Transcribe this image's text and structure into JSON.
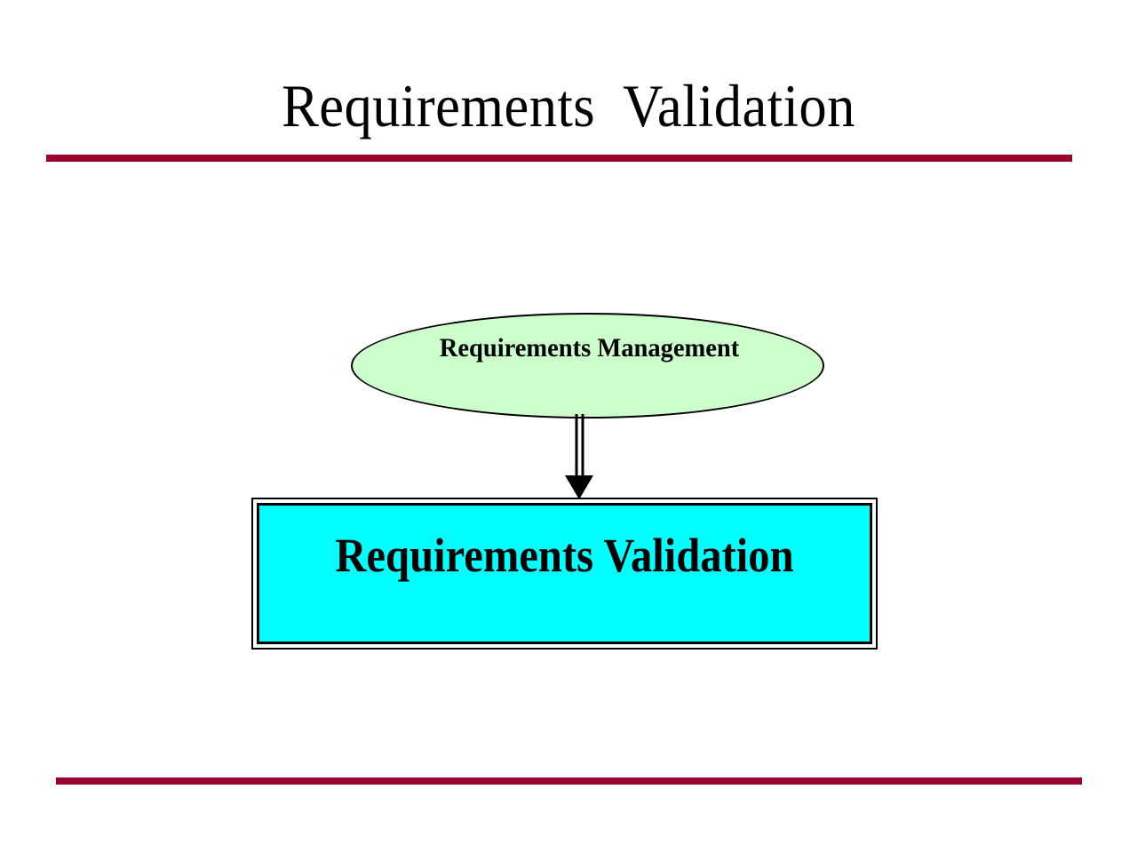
{
  "slide": {
    "title": "Requirements  Validation",
    "background_color": "#FFFFFF",
    "divider_color": "#99002F"
  },
  "diagram": {
    "type": "flow",
    "nodes": [
      {
        "id": "requirements-management",
        "shape": "ellipse",
        "label": "Requirements Management",
        "fill_color": "#CCFFCC",
        "border_color": "#000000",
        "text_color": "#000000"
      },
      {
        "id": "requirements-validation",
        "shape": "rectangle-double-border",
        "label": "Requirements Validation",
        "fill_color": "#00FFFF",
        "border_color": "#000000",
        "text_color": "#000000"
      }
    ],
    "edges": [
      {
        "id": "management-to-validation",
        "from": "requirements-management",
        "to": "requirements-validation",
        "style": "double-line",
        "arrowhead": "solid-triangle",
        "color": "#000000"
      }
    ]
  }
}
